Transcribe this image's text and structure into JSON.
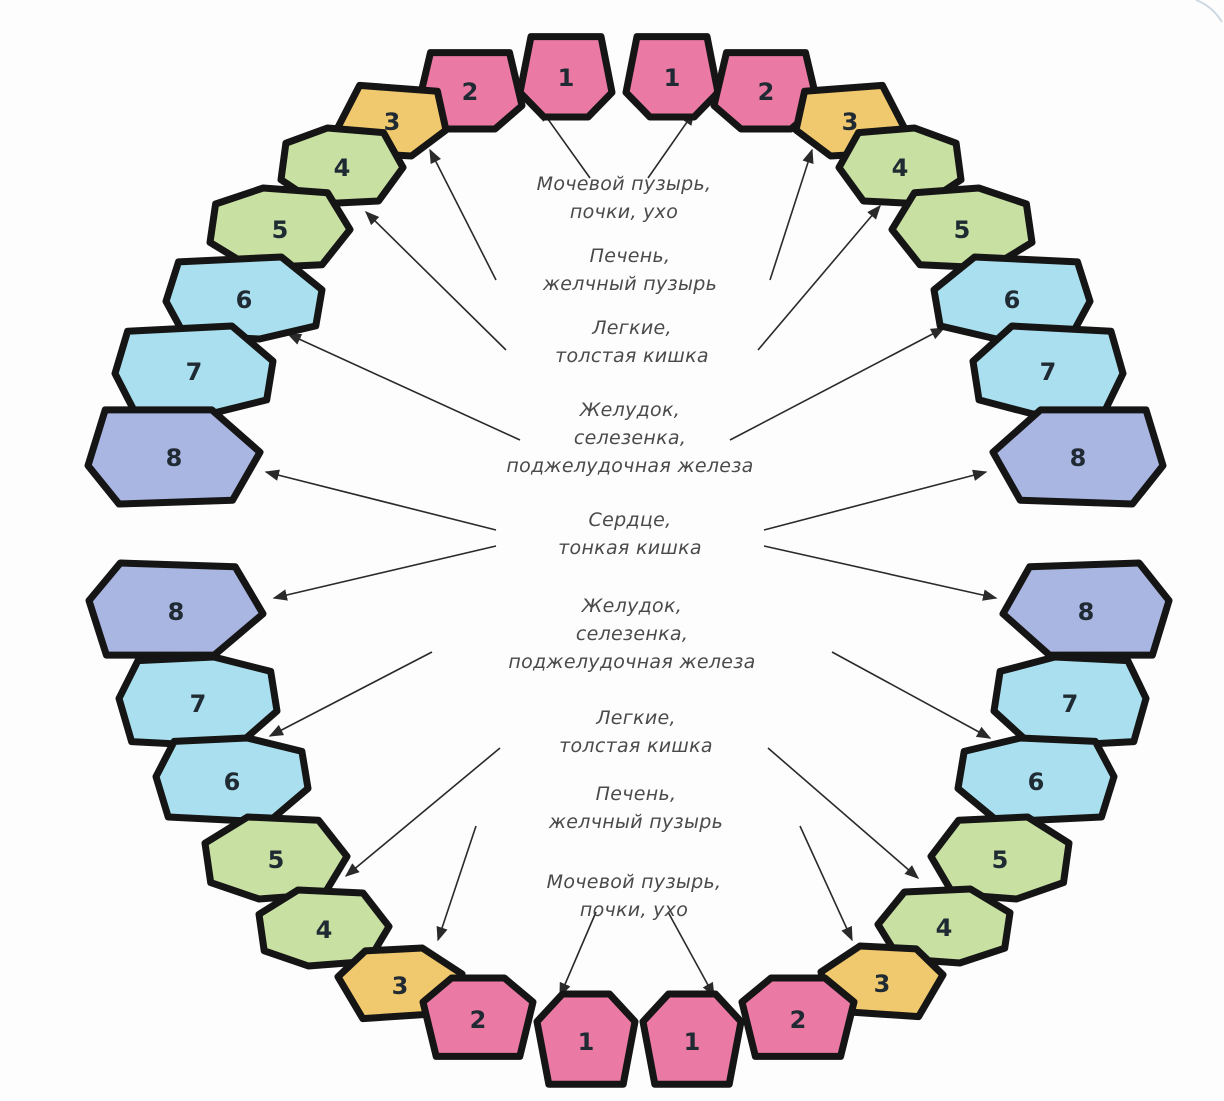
{
  "colors": {
    "incisor": "#ea7aa3",
    "canine": "#f0c86e",
    "premolar": "#c8e0a2",
    "molar": "#a9dfee",
    "wisdom": "#aab6e2",
    "outline": "#151515",
    "arrow": "#2a2a2a",
    "label_text": "#4a4a4a"
  },
  "upper_labels": [
    {
      "id": "bladder",
      "lines": [
        "Мочевой пузырь,",
        "почки, ухо"
      ]
    },
    {
      "id": "liver",
      "lines": [
        "Печень,",
        "желчный пузырь"
      ]
    },
    {
      "id": "lungs",
      "lines": [
        "Легкие,",
        "толстая кишка"
      ]
    },
    {
      "id": "stomach",
      "lines": [
        "Желудок,",
        "селезенка,",
        "поджелудочная железа"
      ]
    }
  ],
  "center_label": {
    "id": "heart",
    "lines": [
      "Сердце,",
      "тонкая кишка"
    ]
  },
  "lower_labels": [
    {
      "id": "stomach",
      "lines": [
        "Желудок,",
        "селезенка,",
        "поджелудочная железа"
      ]
    },
    {
      "id": "lungs",
      "lines": [
        "Легкие,",
        "толстая кишка"
      ]
    },
    {
      "id": "liver",
      "lines": [
        "Печень,",
        "желчный пузырь"
      ]
    },
    {
      "id": "bladder",
      "lines": [
        "Мочевой пузырь,",
        "почки, ухо"
      ]
    }
  ],
  "teeth": [
    {
      "jaw": "upper",
      "side": "left",
      "num": "1",
      "color": "incisor"
    },
    {
      "jaw": "upper",
      "side": "right",
      "num": "1",
      "color": "incisor"
    },
    {
      "jaw": "upper",
      "side": "left",
      "num": "2",
      "color": "incisor"
    },
    {
      "jaw": "upper",
      "side": "right",
      "num": "2",
      "color": "incisor"
    },
    {
      "jaw": "upper",
      "side": "left",
      "num": "3",
      "color": "canine"
    },
    {
      "jaw": "upper",
      "side": "right",
      "num": "3",
      "color": "canine"
    },
    {
      "jaw": "upper",
      "side": "left",
      "num": "4",
      "color": "premolar"
    },
    {
      "jaw": "upper",
      "side": "right",
      "num": "4",
      "color": "premolar"
    },
    {
      "jaw": "upper",
      "side": "left",
      "num": "5",
      "color": "premolar"
    },
    {
      "jaw": "upper",
      "side": "right",
      "num": "5",
      "color": "premolar"
    },
    {
      "jaw": "upper",
      "side": "left",
      "num": "6",
      "color": "molar"
    },
    {
      "jaw": "upper",
      "side": "right",
      "num": "6",
      "color": "molar"
    },
    {
      "jaw": "upper",
      "side": "left",
      "num": "7",
      "color": "molar"
    },
    {
      "jaw": "upper",
      "side": "right",
      "num": "7",
      "color": "molar"
    },
    {
      "jaw": "upper",
      "side": "left",
      "num": "8",
      "color": "wisdom"
    },
    {
      "jaw": "upper",
      "side": "right",
      "num": "8",
      "color": "wisdom"
    },
    {
      "jaw": "lower",
      "side": "left",
      "num": "8",
      "color": "wisdom"
    },
    {
      "jaw": "lower",
      "side": "right",
      "num": "8",
      "color": "wisdom"
    },
    {
      "jaw": "lower",
      "side": "left",
      "num": "7",
      "color": "molar"
    },
    {
      "jaw": "lower",
      "side": "right",
      "num": "7",
      "color": "molar"
    },
    {
      "jaw": "lower",
      "side": "left",
      "num": "6",
      "color": "molar"
    },
    {
      "jaw": "lower",
      "side": "right",
      "num": "6",
      "color": "molar"
    },
    {
      "jaw": "lower",
      "side": "left",
      "num": "5",
      "color": "premolar"
    },
    {
      "jaw": "lower",
      "side": "right",
      "num": "5",
      "color": "premolar"
    },
    {
      "jaw": "lower",
      "side": "left",
      "num": "4",
      "color": "premolar"
    },
    {
      "jaw": "lower",
      "side": "right",
      "num": "4",
      "color": "premolar"
    },
    {
      "jaw": "lower",
      "side": "left",
      "num": "3",
      "color": "canine"
    },
    {
      "jaw": "lower",
      "side": "right",
      "num": "3",
      "color": "canine"
    },
    {
      "jaw": "lower",
      "side": "left",
      "num": "2",
      "color": "incisor"
    },
    {
      "jaw": "lower",
      "side": "right",
      "num": "2",
      "color": "incisor"
    },
    {
      "jaw": "lower",
      "side": "left",
      "num": "1",
      "color": "incisor"
    },
    {
      "jaw": "lower",
      "side": "right",
      "num": "1",
      "color": "incisor"
    }
  ],
  "arrows": [
    {
      "from": "upper-bladder",
      "to": "upper-left-1"
    },
    {
      "from": "upper-bladder",
      "to": "upper-right-1"
    },
    {
      "from": "upper-liver",
      "to": "upper-left-3"
    },
    {
      "from": "upper-liver",
      "to": "upper-right-3"
    },
    {
      "from": "upper-lungs",
      "to": "upper-left-4"
    },
    {
      "from": "upper-lungs",
      "to": "upper-right-4"
    },
    {
      "from": "upper-stomach",
      "to": "upper-left-6"
    },
    {
      "from": "upper-stomach",
      "to": "upper-right-6"
    },
    {
      "from": "heart",
      "to": "upper-left-8"
    },
    {
      "from": "heart",
      "to": "upper-right-8"
    },
    {
      "from": "heart",
      "to": "lower-left-8"
    },
    {
      "from": "heart",
      "to": "lower-right-8"
    },
    {
      "from": "lower-stomach",
      "to": "lower-left-7"
    },
    {
      "from": "lower-stomach",
      "to": "lower-right-7"
    },
    {
      "from": "lower-lungs",
      "to": "lower-left-5"
    },
    {
      "from": "lower-lungs",
      "to": "lower-right-5"
    },
    {
      "from": "lower-liver",
      "to": "lower-left-3"
    },
    {
      "from": "lower-liver",
      "to": "lower-right-3"
    },
    {
      "from": "lower-bladder",
      "to": "lower-left-1"
    },
    {
      "from": "lower-bladder",
      "to": "lower-right-1"
    }
  ]
}
